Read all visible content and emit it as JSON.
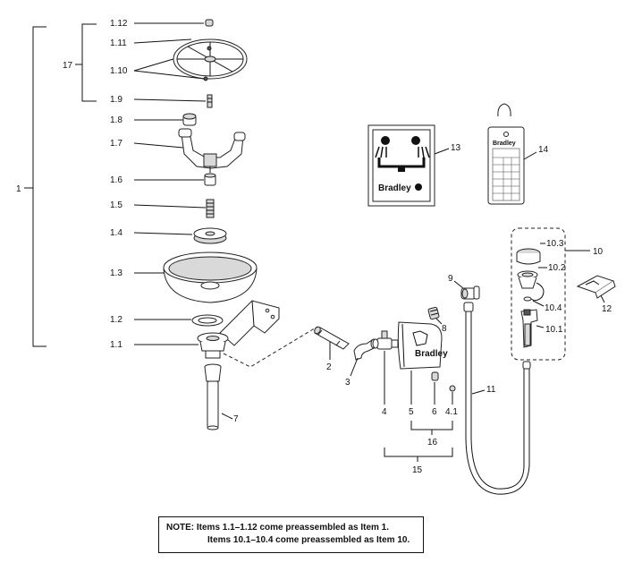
{
  "labels": {
    "l1": "1",
    "l17": "17",
    "l1_12": "1.12",
    "l1_11": "1.11",
    "l1_10": "1.10",
    "l1_9": "1.9",
    "l1_8": "1.8",
    "l1_7": "1.7",
    "l1_6": "1.6",
    "l1_5": "1.5",
    "l1_4": "1.4",
    "l1_3": "1.3",
    "l1_2": "1.2",
    "l1_1": "1.1",
    "l2": "2",
    "l3": "3",
    "l4": "4",
    "l5": "5",
    "l6": "6",
    "l4_1": "4.1",
    "l7": "7",
    "l8": "8",
    "l9": "9",
    "l10": "10",
    "l10_1": "10.1",
    "l10_2": "10.2",
    "l10_3": "10.3",
    "l10_4": "10.4",
    "l11": "11",
    "l12": "12",
    "l13": "13",
    "l14": "14",
    "l15": "15",
    "l16": "16"
  },
  "sign": {
    "brand": "Bradley"
  },
  "tag": {
    "brand": "Bradley"
  },
  "valve_plate": {
    "brand": "Bradley"
  },
  "note": {
    "line1": "NOTE: Items 1.1–1.12 come preassembled as Item 1.",
    "line2": "Items 10.1–10.4 come preassembled as Item 10."
  }
}
